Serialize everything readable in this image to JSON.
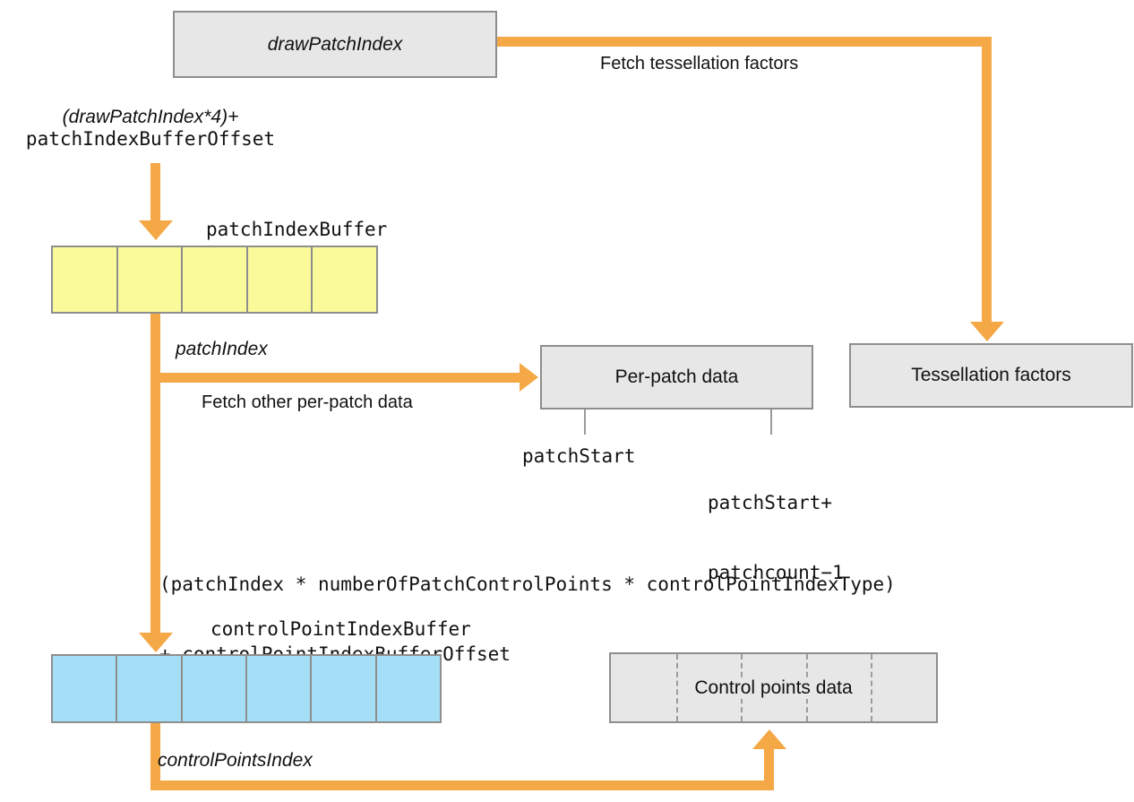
{
  "colors": {
    "orange": "#F5A846",
    "yellow": "#FAFA9B",
    "blue": "#A5DFF7",
    "box_gray": "#E7E7E7",
    "border_gray": "#8E8E8E",
    "tick_gray": "#9B9B9B",
    "text": "#111111"
  },
  "nodes": {
    "draw_patch_index": {
      "label": "drawPatchIndex"
    },
    "tessellation_factors": {
      "label": "Tessellation factors"
    },
    "per_patch_data": {
      "label": "Per-patch data"
    },
    "control_points_data": {
      "label": "Control points data",
      "cells": 5
    }
  },
  "buffers": {
    "patch_index_buffer": {
      "label": "patchIndexBuffer",
      "cells": 5
    },
    "control_point_index_buffer": {
      "label": "controlPointIndexBuffer",
      "cells": 6
    }
  },
  "labels": {
    "fetch_tessellation_factors": "Fetch tessellation factors",
    "draw_patch_offset_line1": "(drawPatchIndex*4)+",
    "draw_patch_offset_line2": "patchIndexBufferOffset",
    "patch_index": "patchIndex",
    "fetch_other_per_patch_data": "Fetch other per-patch data",
    "patch_start": "patchStart",
    "patch_start_plus_line1": "patchStart+",
    "patch_start_plus_line2": "patchcount−1",
    "control_point_formula_line1": "(patchIndex * numberOfPatchControlPoints * controlPointIndexType)",
    "control_point_formula_line2": "+ controlPointIndexBufferOffset",
    "control_points_index": "controlPointsIndex"
  }
}
